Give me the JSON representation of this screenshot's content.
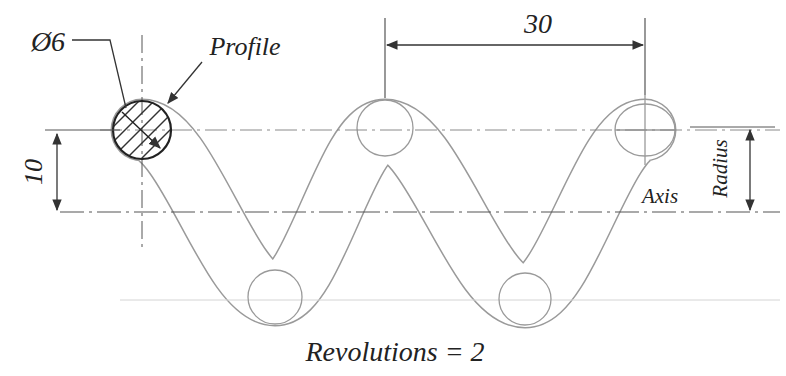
{
  "diagram": {
    "labels": [
      "Ø6",
      "Profile",
      "30",
      "10",
      "Axis",
      "Radius",
      "Revolutions = 2"
    ]
  }
}
